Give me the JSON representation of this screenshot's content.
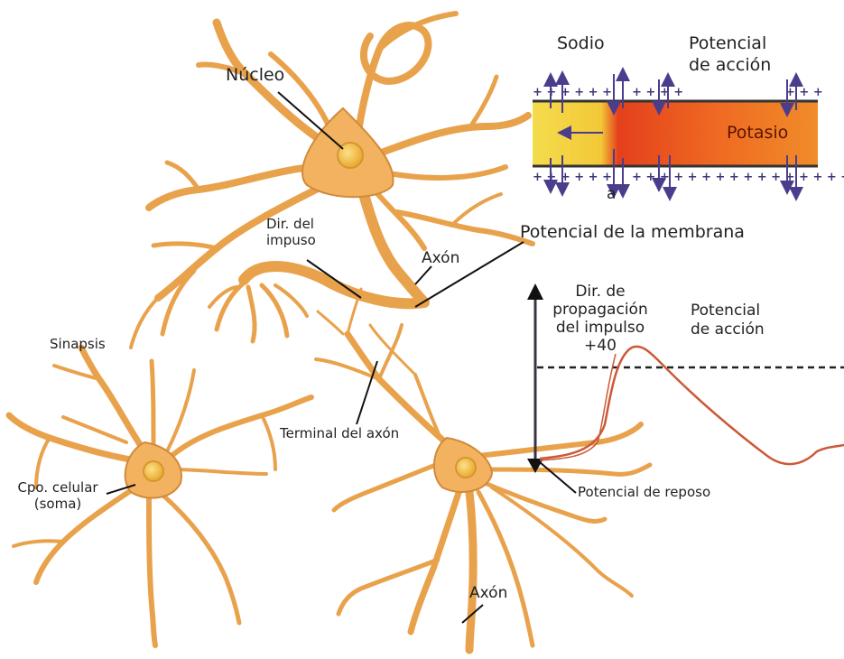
{
  "labels": {
    "nucleo": "Núcleo",
    "sodio": "Sodio",
    "potencial_accion_top": "Potencial\nde acción",
    "potasio": "Potasio",
    "a": "a",
    "dir_impuso": "Dir. del\nimpuso",
    "potencial_membrana": "Potencial de la membrana",
    "axon_top": "Axón",
    "dir_propagacion": "Dir. de\npropagación\ndel impulso\n+40",
    "potencial_accion_graph": "Potencial\nde acción",
    "sinapsis": "Sinapsis",
    "terminal_axon": "Terminal del axón",
    "cpo_celular": "Cpo. celular\n(soma)",
    "potencial_reposo": "Potencial de reposo",
    "axon_bottom": "Axón"
  },
  "colors": {
    "neuron_fill": "#f2b260",
    "neuron_stroke": "#c97a2a",
    "nucleus": "#f7c84a",
    "sodium_band": "#f2d84a",
    "potassium_band": "#e0401a",
    "arrow_purple": "#4b3d8c",
    "trace": "#c85a3a"
  }
}
